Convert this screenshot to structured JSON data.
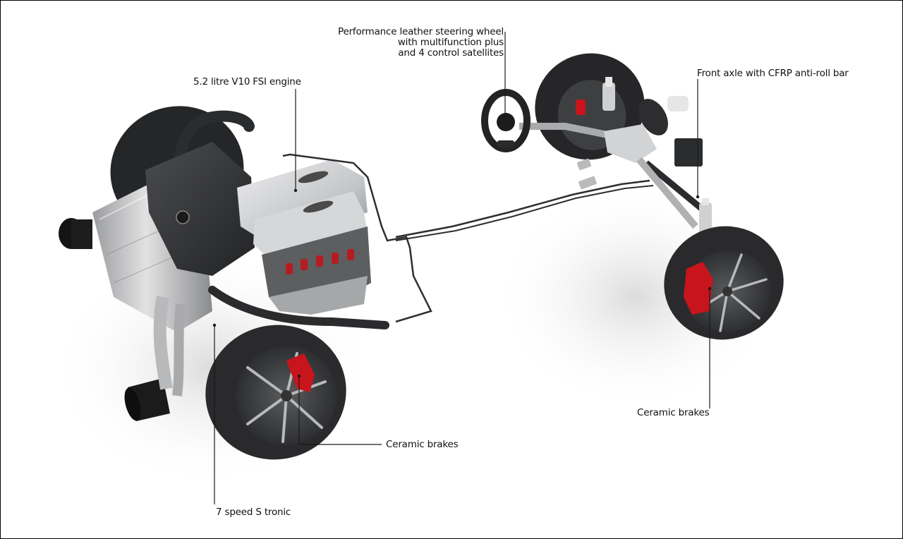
{
  "diagram": {
    "subject": "Sports car drivetrain and chassis cutaway",
    "colors": {
      "caliper": "#c8141c",
      "tire": "#2a2a2c",
      "aluminium": "#c9cbcd",
      "engine_cover": "#3a3b3d",
      "leader_line": "#1a1a1a"
    },
    "callouts": [
      {
        "id": "steering",
        "lines": [
          "Performance leather steering wheel",
          "with multifunction plus",
          "and 4 control satellites"
        ]
      },
      {
        "id": "engine",
        "lines": [
          "5.2 litre V10 FSI engine"
        ]
      },
      {
        "id": "front_axle",
        "lines": [
          "Front axle with CFRP anti-roll bar"
        ]
      },
      {
        "id": "front_brakes",
        "lines": [
          "Ceramic brakes"
        ]
      },
      {
        "id": "rear_brakes",
        "lines": [
          "Ceramic brakes"
        ]
      },
      {
        "id": "transmission",
        "lines": [
          "7 speed S tronic"
        ]
      }
    ]
  }
}
